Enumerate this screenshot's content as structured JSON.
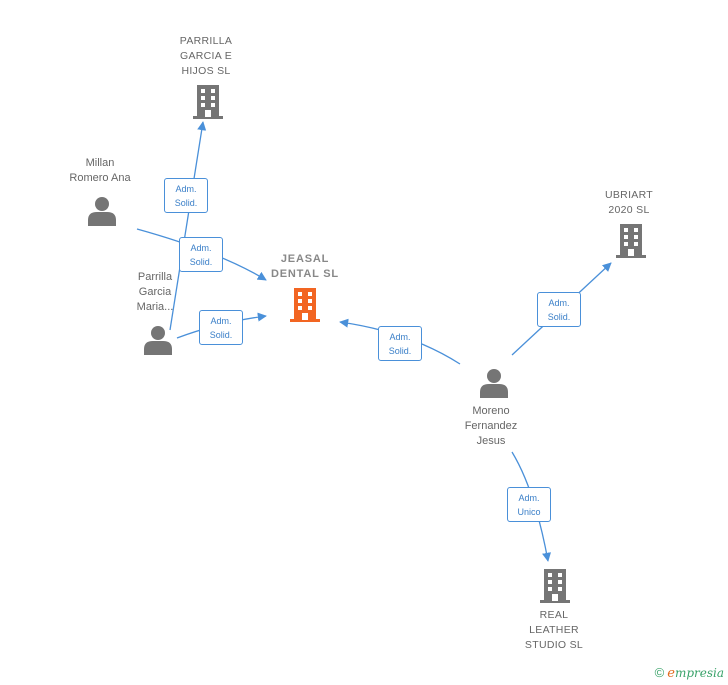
{
  "nodes": {
    "parrilla_hijos": {
      "label": "PARRILLA\nGARCIA E\nHIJOS SL",
      "kind": "company"
    },
    "millan": {
      "label": "Millan\nRomero Ana",
      "kind": "person"
    },
    "parrilla_maria": {
      "label": "Parrilla\nGarcia\nMaria...",
      "kind": "person"
    },
    "jeasal": {
      "label": "JEASAL\nDENTAL SL",
      "kind": "company-main"
    },
    "ubriart": {
      "label": "UBRIART\n2020 SL",
      "kind": "company"
    },
    "moreno": {
      "label": "Moreno\nFernandez\nJesus",
      "kind": "person"
    },
    "real_leather": {
      "label": "REAL\nLEATHER\nSTUDIO SL",
      "kind": "company"
    }
  },
  "edges": [
    {
      "from": "parrilla_maria",
      "to": "parrilla_hijos",
      "line1": "Adm.",
      "line2": "Solid."
    },
    {
      "from": "millan",
      "to": "jeasal",
      "line1": "Adm.",
      "line2": "Solid."
    },
    {
      "from": "parrilla_maria",
      "to": "jeasal",
      "line1": "Adm.",
      "line2": "Solid."
    },
    {
      "from": "moreno",
      "to": "jeasal",
      "line1": "Adm.",
      "line2": "Solid."
    },
    {
      "from": "moreno",
      "to": "ubriart",
      "line1": "Adm.",
      "line2": "Solid."
    },
    {
      "from": "moreno",
      "to": "real_leather",
      "line1": "Adm.",
      "line2": "Unico"
    }
  ],
  "colors": {
    "edge": "#4a90d9",
    "company": "#757575",
    "main_company": "#f26522",
    "person": "#757575"
  },
  "branding": {
    "copyright": "©",
    "name_first": "e",
    "name_rest": "mpresia"
  }
}
